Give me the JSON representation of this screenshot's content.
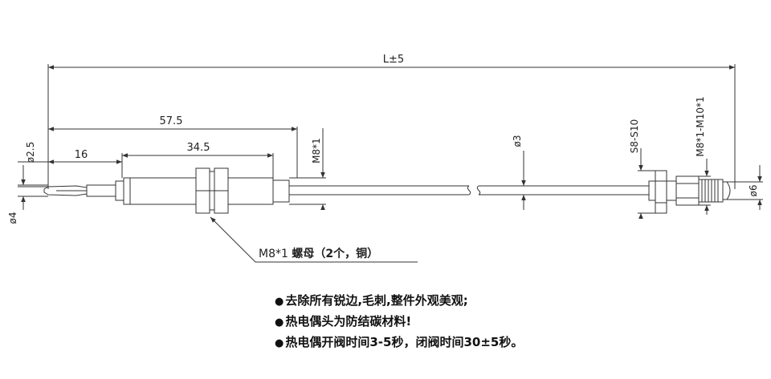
{
  "dimensions": {
    "overall_length": "L±5",
    "probe_to_nut": "57.5",
    "tip_length": "16",
    "body_length": "34.5",
    "tip_diameter": "ø2.5",
    "probe_diameter": "ø4",
    "body_thread": "M8*1",
    "sheath_diameter": "ø3",
    "fitting_thread": "S8-S10",
    "connector_thread": "M8*1-M10*1",
    "connector_diameter": "ø6"
  },
  "callout": {
    "thread": "M8*1",
    "name": "螺母（2个，铜）"
  },
  "notes": {
    "bullet": "●",
    "items": [
      "去除所有锐边,毛刺,整件外观美观;",
      "热电偶头为防结碳材料!",
      "热电偶开阀时间3-5秒，闭阀时间30±5秒。"
    ]
  },
  "colors": {
    "line": "#333333",
    "text": "#222222"
  }
}
